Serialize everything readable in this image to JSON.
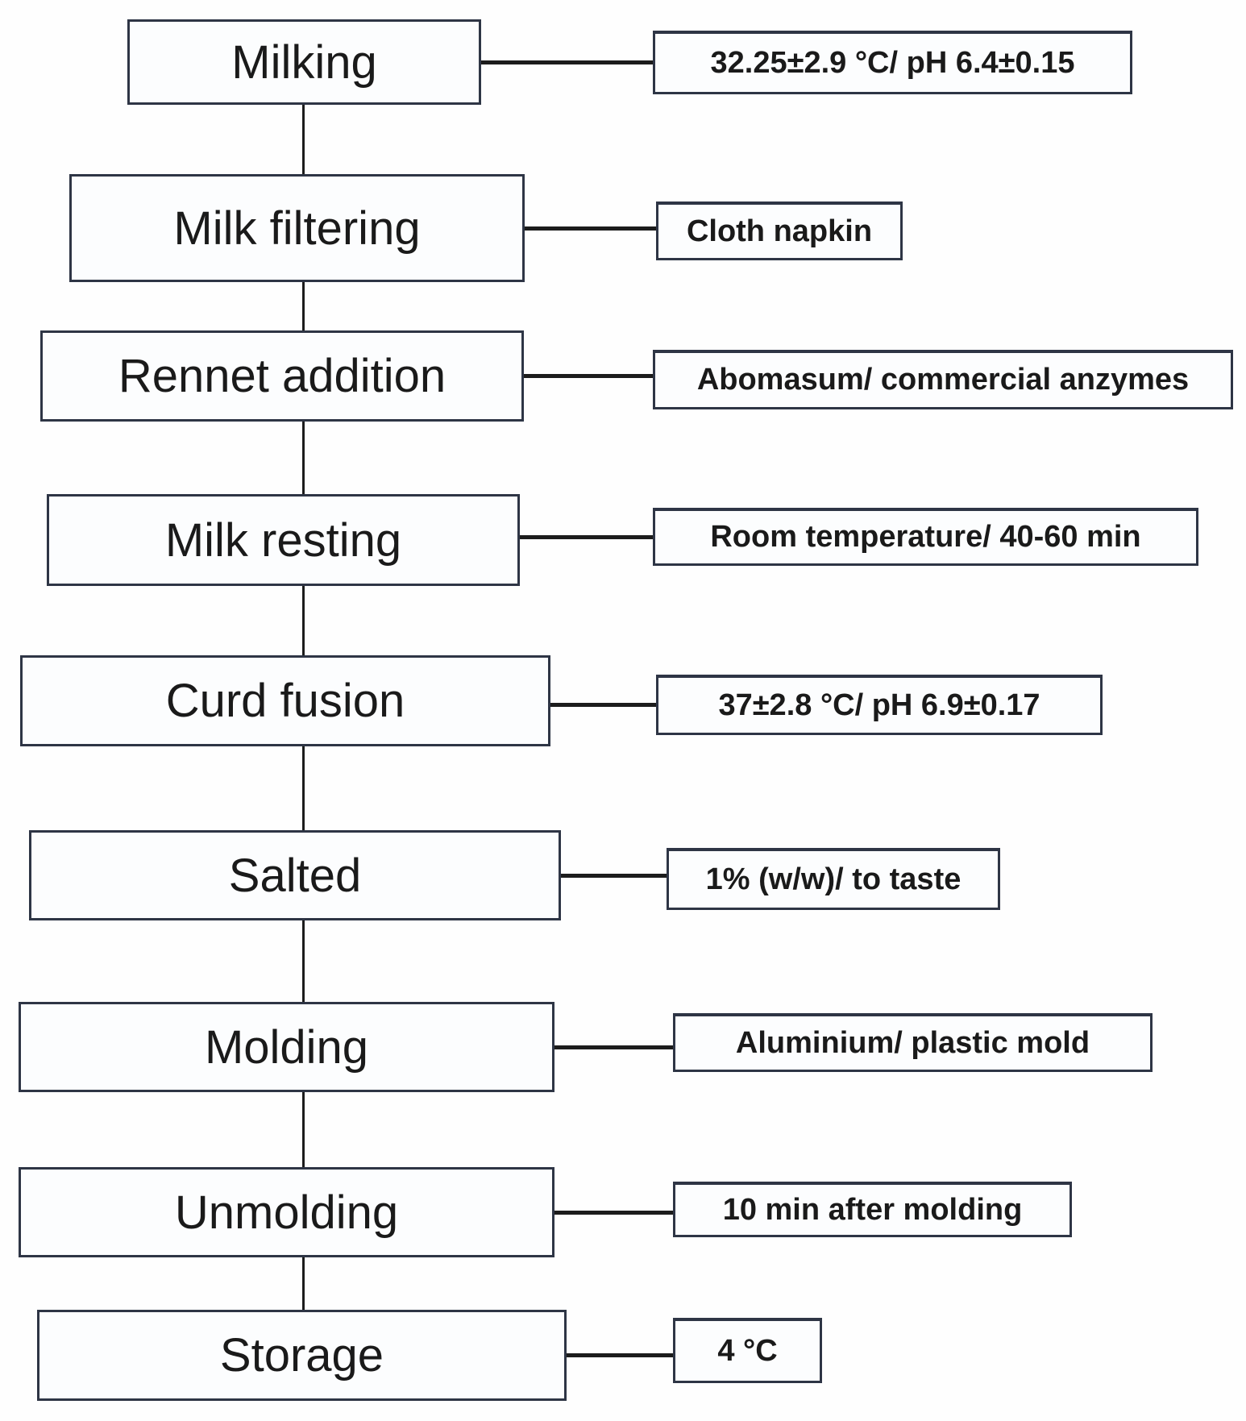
{
  "diagram": {
    "steps": [
      {
        "label": "Milking",
        "annotation": "32.25±2.9 °C/ pH 6.4±0.15"
      },
      {
        "label": "Milk filtering",
        "annotation": "Cloth napkin"
      },
      {
        "label": "Rennet addition",
        "annotation": "Abomasum/ commercial  anzymes"
      },
      {
        "label": "Milk resting",
        "annotation": "Room temperature/  40-60 min"
      },
      {
        "label": "Curd fusion",
        "annotation": "37±2.8 °C/ pH 6.9±0.17"
      },
      {
        "label": "Salted",
        "annotation": "1% (w/w)/ to taste"
      },
      {
        "label": "Molding",
        "annotation": "Aluminium/  plastic mold"
      },
      {
        "label": "Unmolding",
        "annotation": "10 min after molding"
      },
      {
        "label": "Storage",
        "annotation": "4 °C"
      }
    ],
    "colors": {
      "box_border": "#2e3545",
      "connector": "#1c1c1c",
      "text": "#1a1a1a",
      "box_fill": "#fcfdfe",
      "background": "#fefefe"
    }
  }
}
